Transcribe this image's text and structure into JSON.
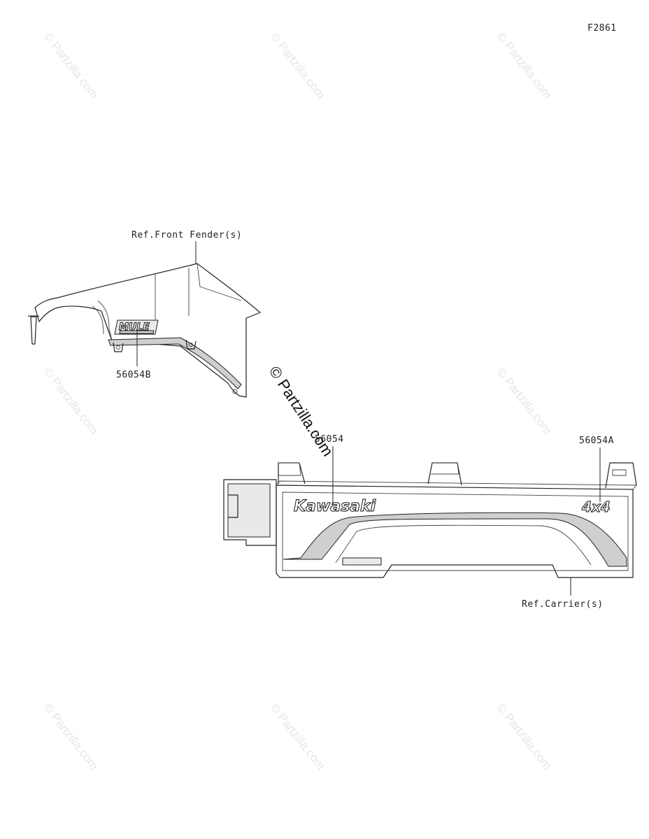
{
  "figure_code": "F2861",
  "labels": {
    "front_fender_ref": "Ref.Front Fender(s)",
    "carrier_ref": "Ref.Carrier(s)",
    "part_56054": "56054",
    "part_56054a": "56054A",
    "part_56054b": "56054B"
  },
  "decals": {
    "mule": "MULE",
    "kawasaki": "Kawasaki",
    "four_by_four": "4x4"
  },
  "watermark": {
    "small": "© Partzilla.com",
    "center": "© Partzilla.com"
  }
}
